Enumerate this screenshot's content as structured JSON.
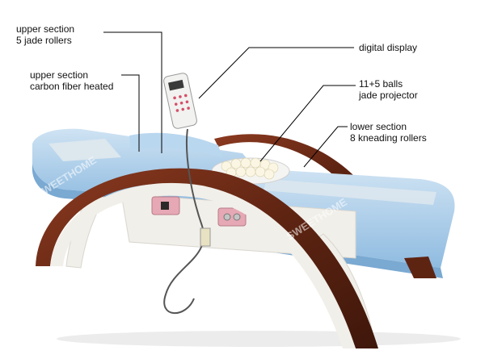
{
  "labels": {
    "upper_rollers": [
      "upper section",
      "5 jade rollers"
    ],
    "upper_heated": [
      "upper section",
      "carbon fiber heated"
    ],
    "display": "digital display",
    "projector": [
      "11+5 balls",
      "jade projector"
    ],
    "lower_rollers": [
      "lower section",
      "8 kneading rollers"
    ]
  },
  "watermark": "SWEETHOME",
  "colors": {
    "mattress": "#a9cdea",
    "mattress_light": "#cfe3f3",
    "stripe": "#dce7ee",
    "wood": "#6b2a17",
    "frame": "#f1efe9",
    "control_panel": "#e6a8b4"
  }
}
